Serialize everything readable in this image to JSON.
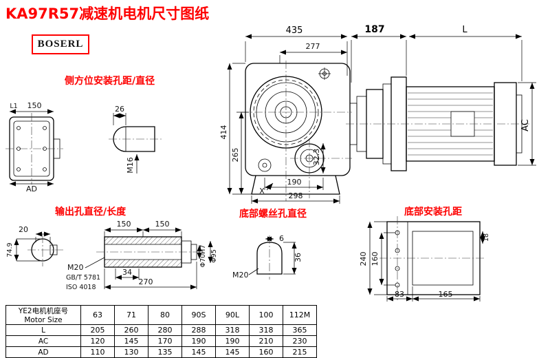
{
  "title": "KA97R57减速机电机尺寸图纸",
  "logo": "BOSERL",
  "labels": {
    "side_mount": "侧方位安装孔距/直径",
    "output_hole": "输出孔直径/长度",
    "bottom_screw": "底部螺丝孔直径",
    "bottom_mount": "底部安装孔距"
  },
  "dims": {
    "overall_width": "435",
    "flange_width": "277",
    "adapter_len": "187",
    "motor_len": "L",
    "overall_height": "414",
    "center_height": "265",
    "motor_dia": "AC",
    "side_pin_width": "26",
    "side_pin_thread": "M16",
    "foot_width": "190",
    "base_width": "298",
    "foot_mark": "X",
    "offset_32_3": "32.3",
    "side_l1": "L1",
    "side_150": "150",
    "side_ad": "AD",
    "key_width": "20",
    "shaft_flat": "74.9",
    "bore_len_1": "150",
    "bore_len_2": "150",
    "out_thread": "M20",
    "out_std_gb": "GB/T 5781",
    "out_std_iso": "ISO 4018",
    "out_34": "34",
    "out_270": "270",
    "bore_dia": "Φ70H7",
    "hub_dia": "Φ95",
    "screw_len": "36",
    "screw_6": "6",
    "screw_thread": "M20",
    "base_240": "240",
    "base_160": "160",
    "base_83": "83",
    "base_165": "165",
    "base_18": "18"
  },
  "table": {
    "header_line1": "YE2电机机座号",
    "header_line2": "Motor Size",
    "sizes": [
      "63",
      "71",
      "80",
      "90S",
      "90L",
      "100",
      "112M"
    ],
    "rows": [
      {
        "label": "L",
        "values": [
          "205",
          "260",
          "280",
          "288",
          "318",
          "318",
          "365"
        ]
      },
      {
        "label": "AC",
        "values": [
          "120",
          "145",
          "170",
          "190",
          "190",
          "210",
          "230"
        ]
      },
      {
        "label": "AD",
        "values": [
          "110",
          "130",
          "135",
          "145",
          "145",
          "160",
          "215"
        ]
      }
    ]
  }
}
